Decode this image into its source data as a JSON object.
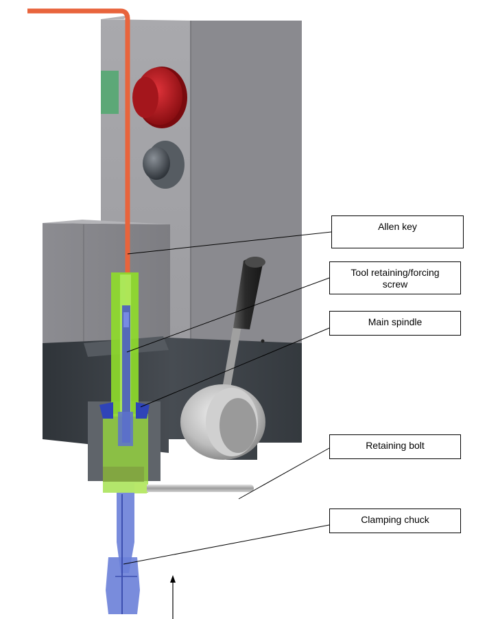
{
  "labels": {
    "allen_key": "Allen key",
    "tool_retaining_screw": "Tool retaining/forcing screw",
    "main_spindle": "Main spindle",
    "retaining_bolt": "Retaining bolt",
    "clamping_chuck": "Clamping chuck"
  },
  "colors": {
    "housing": "#8d8d92",
    "housing_dark": "#3f4449",
    "allen_key": "#e8643c",
    "spindle_green": "#8fdd2a",
    "chuck_blue": "#6a7fd8",
    "stop_button": "#c0141a"
  }
}
